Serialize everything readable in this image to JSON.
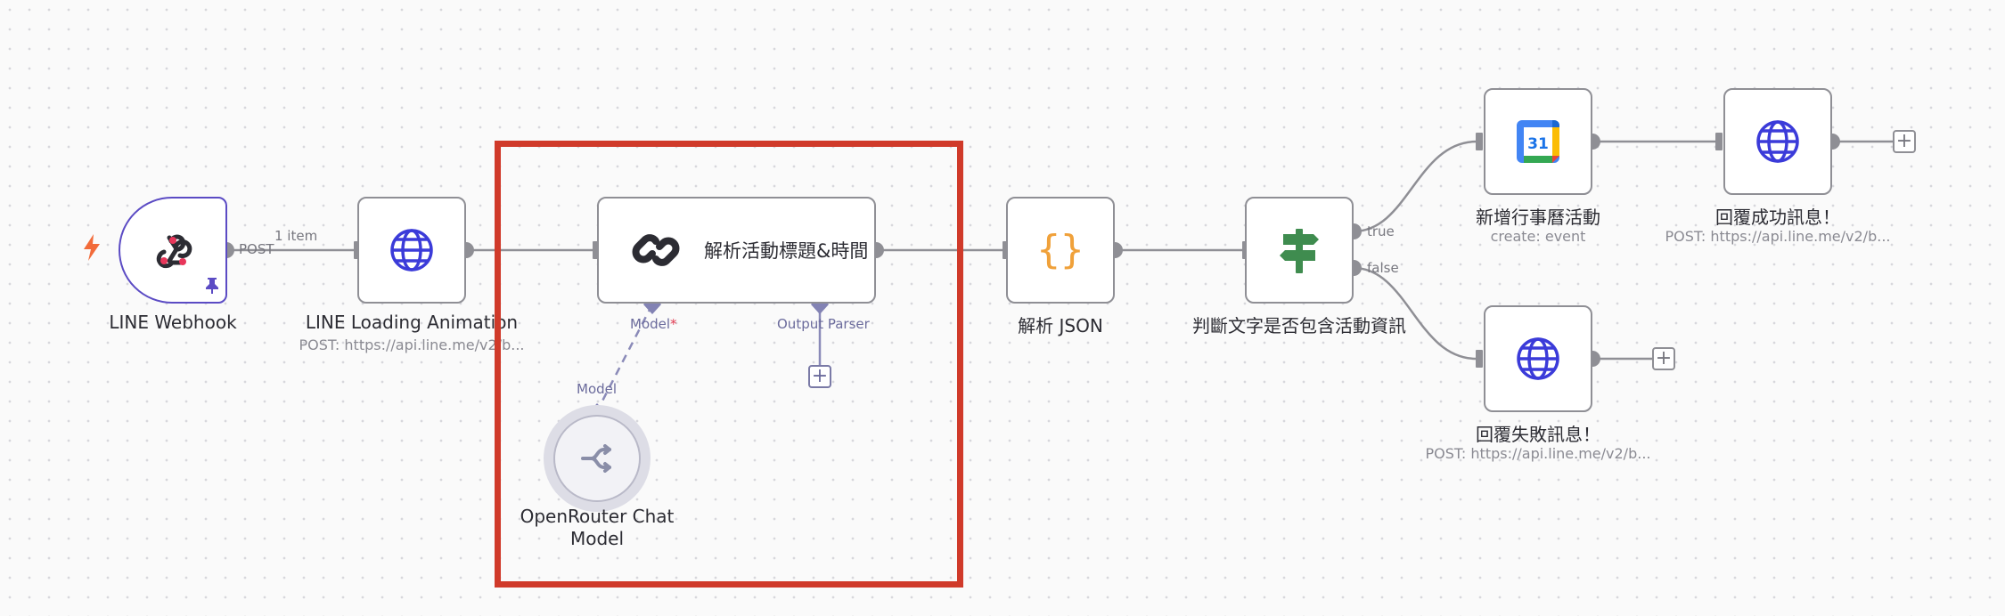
{
  "nodes": {
    "webhook": {
      "title": "LINE Webhook",
      "icon": "webhook-icon",
      "trigger_icon": "lightning-bolt-icon",
      "pinned_icon": "pin-icon"
    },
    "loading": {
      "title": "LINE Loading Animation",
      "subtitle": "POST: https://api.line.me/v2/b...",
      "icon": "globe-icon"
    },
    "llm": {
      "title": "解析活動標題&時間",
      "icon": "chain-link-icon",
      "ports": {
        "model": "Model",
        "model_required": "*",
        "output_parser": "Output Parser"
      }
    },
    "openrouter": {
      "title_line1": "OpenRouter Chat",
      "title_line2": "Model",
      "port": "Model",
      "icon": "openrouter-icon"
    },
    "json": {
      "title": "解析 JSON",
      "icon": "curly-braces-icon"
    },
    "if": {
      "title": "判斷文字是否包含活動資訊",
      "icon": "signpost-icon",
      "ports": {
        "true": "true",
        "false": "false"
      }
    },
    "calendar": {
      "title": "新增行事曆活動",
      "subtitle": "create: event",
      "icon": "google-calendar-icon",
      "day": "31"
    },
    "reply_success": {
      "title": "回覆成功訊息！",
      "subtitle": "POST: https://api.line.me/v2/b...",
      "icon": "globe-icon"
    },
    "reply_fail": {
      "title": "回覆失敗訊息！",
      "subtitle": "POST: https://api.line.me/v2/b...",
      "icon": "globe-icon"
    }
  },
  "edges": {
    "webhook_port": "POST",
    "webhook_items": "1 item"
  },
  "colors": {
    "node_border": "#8f8f95",
    "trigger_border": "#5b4bc4",
    "highlight": "#d03a2a",
    "globe": "#3b3bd9",
    "json_braces": "#f0a13a",
    "signpost": "#3f8c4f",
    "bolt": "#f26b3a"
  }
}
